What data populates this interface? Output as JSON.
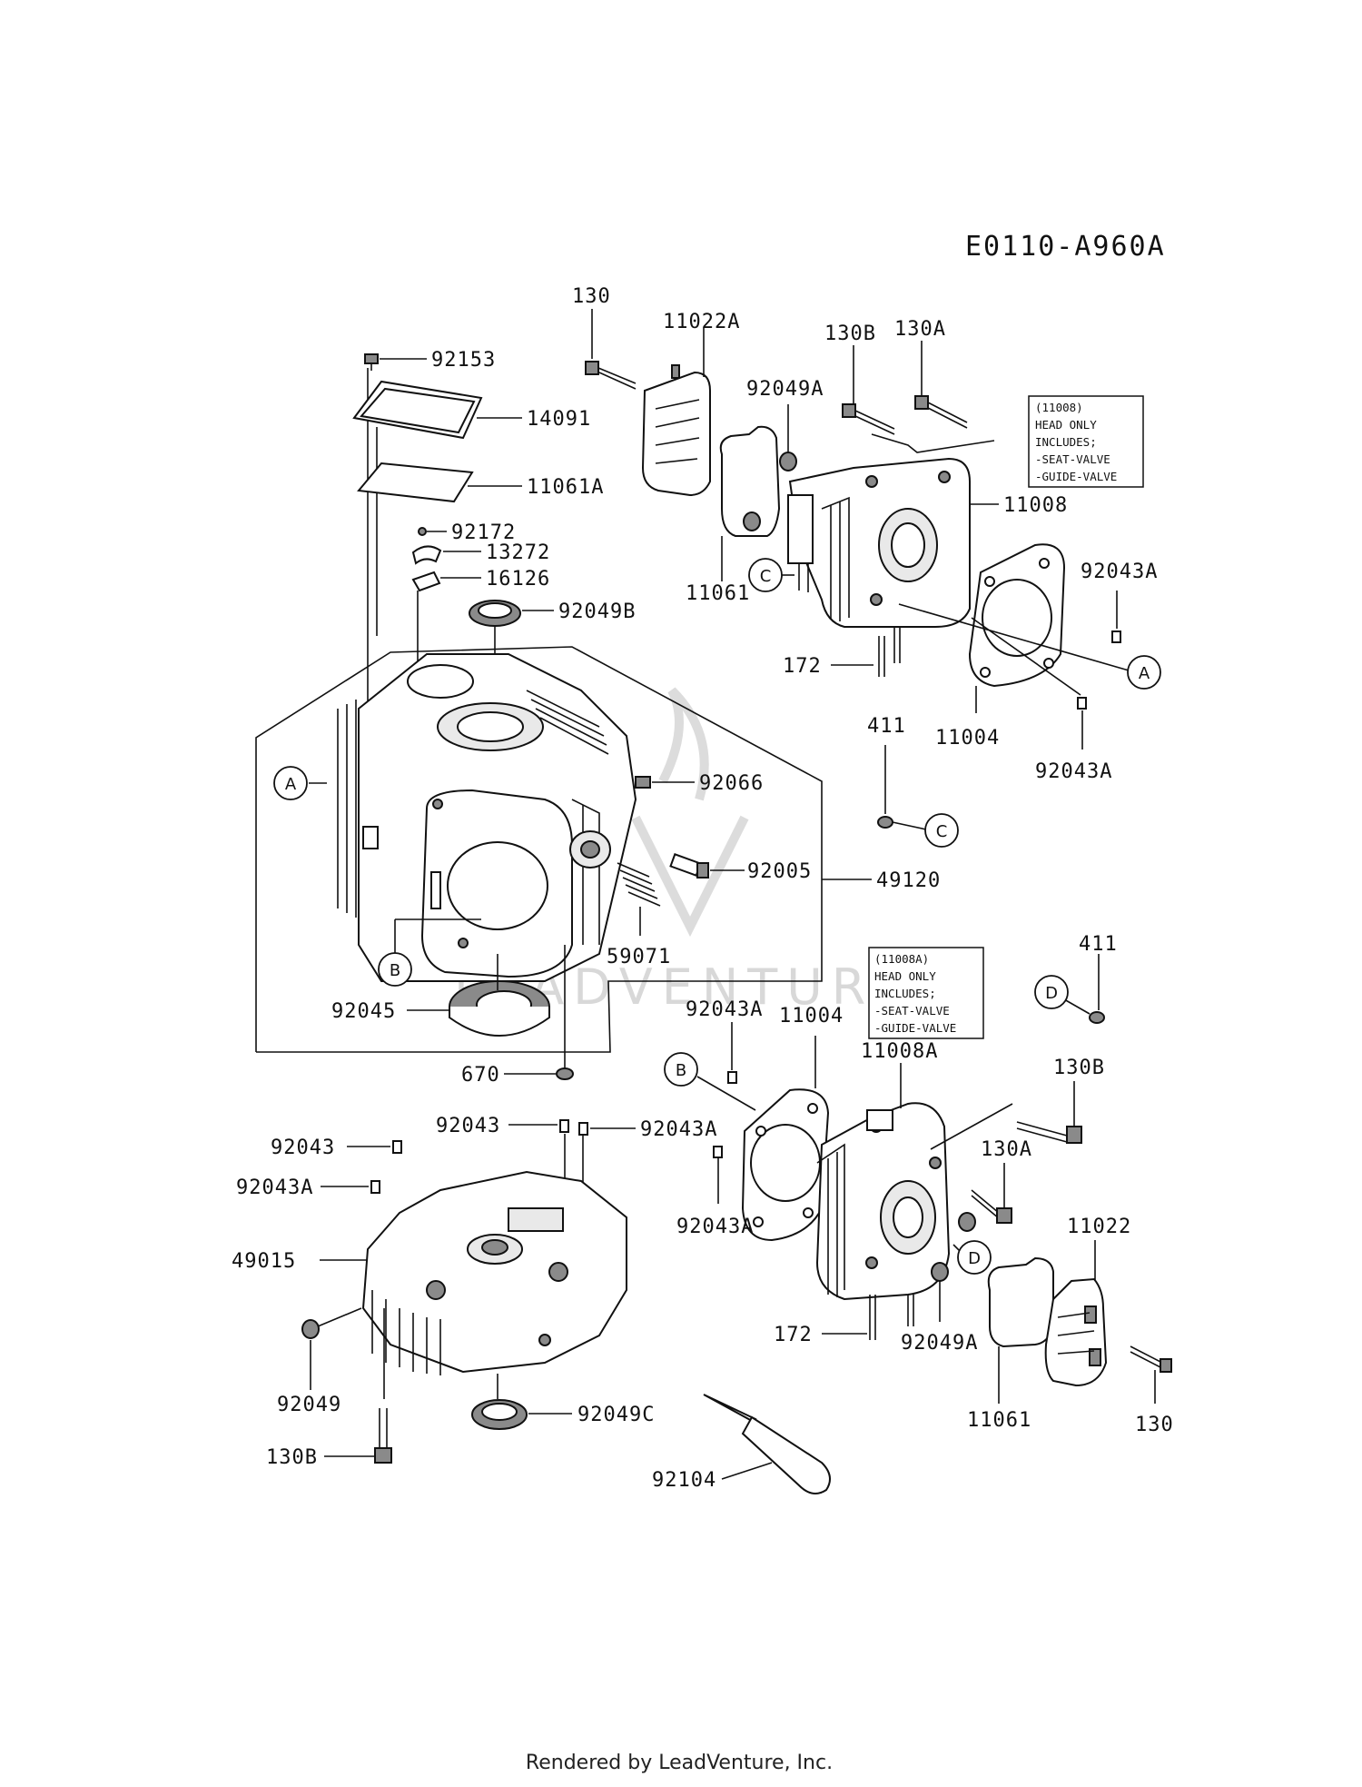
{
  "diagram_code": "E0110-A960A",
  "footer": "Rendered by LeadVenture, Inc.",
  "watermark": "LEADVENTURE",
  "note_11008": [
    "(11008)",
    "HEAD ONLY",
    "INCLUDES;",
    "-SEAT-VALVE",
    "-GUIDE-VALVE"
  ],
  "note_11008a": [
    "(11008A)",
    "HEAD ONLY",
    "INCLUDES;",
    "-SEAT-VALVE",
    "-GUIDE-VALVE"
  ],
  "callouts": {
    "a": "A",
    "b": "B",
    "c": "C",
    "d": "D"
  },
  "parts": {
    "p92153": "92153",
    "p14091": "14091",
    "p11061a": "11061A",
    "p92172": "92172",
    "p13272": "13272",
    "p16126": "16126",
    "p92049b": "92049B",
    "p92066": "92066",
    "p92005": "92005",
    "p49120": "49120",
    "p59071": "59071",
    "p92045": "92045",
    "p670": "670",
    "p130_top": "130",
    "p11022a": "11022A",
    "p130b_top": "130B",
    "p130a_top": "130A",
    "p92049a_top": "92049A",
    "p11008": "11008",
    "p92043a_r1": "92043A",
    "p11061_top": "11061",
    "p172_top": "172",
    "p411_top": "411",
    "p11004_top": "11004",
    "p92043a_r2": "92043A",
    "p411_mid": "411",
    "p92043a_m1": "92043A",
    "p11004_mid": "11004",
    "p11008a": "11008A",
    "p130b_mid": "130B",
    "p130a_mid": "130A",
    "p11022": "11022",
    "p92043a_m2": "92043A",
    "p172_mid": "172",
    "p92049a_mid": "92049A",
    "p11061_bot": "11061",
    "p130_bot": "130",
    "p92043": "92043",
    "p92043_c": "92043",
    "p92043a_c": "92043A",
    "p92043a_l": "92043A",
    "p49015": "49015",
    "p92049": "92049",
    "p92049c": "92049C",
    "p130b_bot": "130B",
    "p92104": "92104"
  }
}
